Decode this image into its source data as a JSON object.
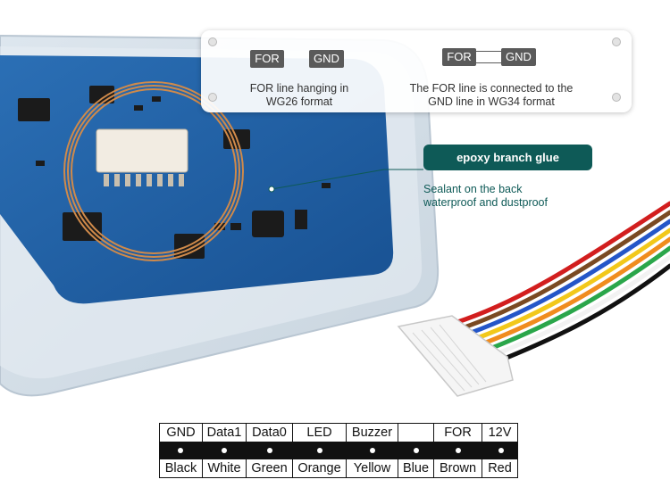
{
  "callout": {
    "left": {
      "tag_a": "FOR",
      "tag_b": "GND",
      "caption_line1": "FOR line hanging in",
      "caption_line2": "WG26 format"
    },
    "right": {
      "tag_a": "FOR",
      "tag_b": "GND",
      "caption_line1": "The FOR line is connected to the",
      "caption_line2": "GND line in WG34 format"
    }
  },
  "glue": {
    "label": "epoxy branch glue",
    "note_line1": "Sealant on the back",
    "note_line2": "waterproof and dustproof"
  },
  "pins": {
    "signals": [
      "GND",
      "Data1",
      "Data0",
      "LED",
      "Buzzer",
      "",
      "FOR",
      "12V"
    ],
    "wires": [
      "Black",
      "White",
      "Green",
      "Orange",
      "Yellow",
      "Blue",
      "Brown",
      "Red"
    ]
  },
  "colors": {
    "board": "#1f5fa3",
    "accent": "#0e5a57",
    "copper_coil": "#d08a4a",
    "cable": [
      "#111111",
      "#f2f2f2",
      "#2aa64a",
      "#f08c1e",
      "#f2c81a",
      "#2456c8",
      "#7a4a22",
      "#d21e1e"
    ]
  }
}
